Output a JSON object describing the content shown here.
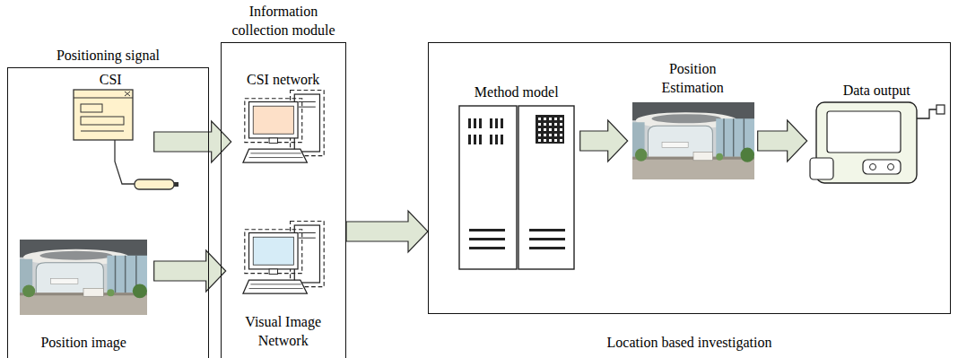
{
  "diagram": {
    "nodes": [
      {
        "text": [
          "Positioning signal"
        ]
      },
      {
        "text": [
          "CSI"
        ],
        "in": 0
      },
      {
        "text": [
          "Position image"
        ],
        "in": 0
      },
      {
        "text": [
          "Information collection module"
        ]
      },
      {
        "text": [
          "CSI network"
        ],
        "in": 3
      },
      {
        "text": [
          "Visual Image Network"
        ],
        "in": 3
      },
      {
        "text": [
          "Location based investigation"
        ]
      },
      {
        "text": [
          "Method model"
        ],
        "in": 6
      },
      {
        "text": [
          "Position Estimation"
        ],
        "in": 6
      },
      {
        "text": [
          "Data output"
        ],
        "in": 6
      }
    ],
    "edges": [
      {
        "from": 1,
        "to": 4,
        "arrow": "to"
      },
      {
        "from": 2,
        "to": 5,
        "arrow": "to"
      },
      {
        "from": 3,
        "to": 6,
        "arrow": "to"
      },
      {
        "from": 7,
        "to": 8,
        "arrow": "to"
      },
      {
        "from": 8,
        "to": 9,
        "arrow": "to"
      }
    ]
  }
}
